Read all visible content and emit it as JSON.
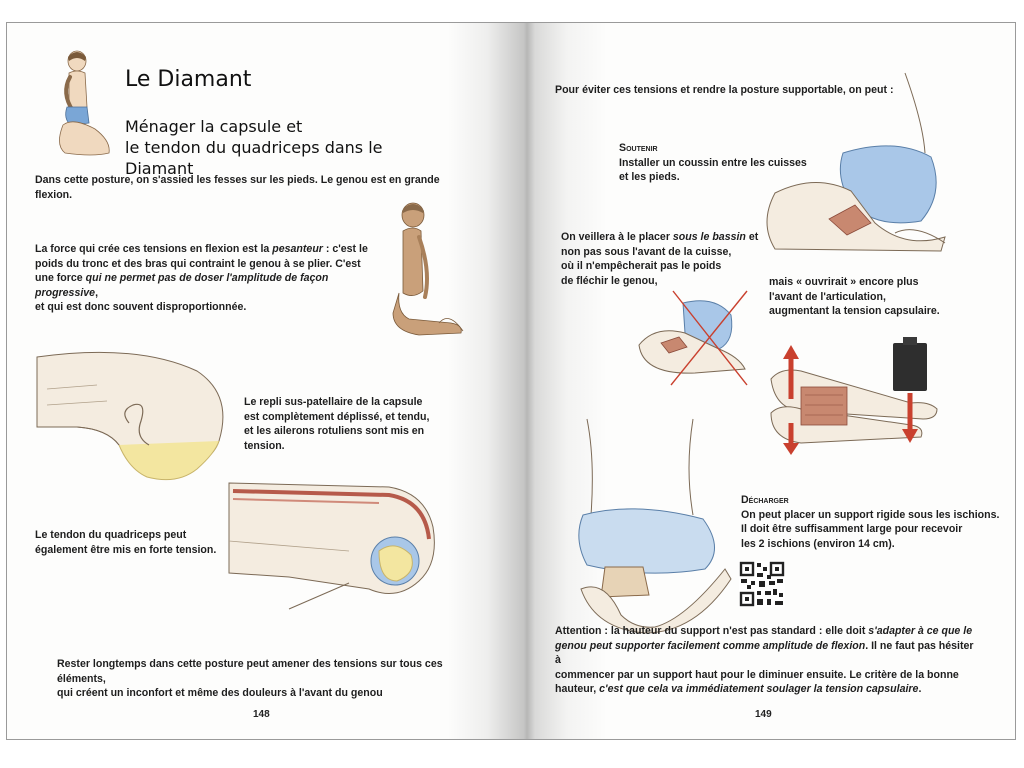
{
  "left_page": {
    "title": "Le Diamant",
    "subtitle_line1": "Ménager la capsule et",
    "subtitle_line2": "le tendon du quadriceps dans le Diamant",
    "intro": "Dans cette posture, on s'assied les fesses sur les pieds. Le genou est en grande flexion.",
    "force_1": "La force qui crée ces tensions en flexion est la ",
    "force_1_em": "pesanteur",
    "force_1b": " : c'est le",
    "force_2": "poids du tronc et des bras qui contraint le genou à se plier. C'est",
    "force_3": "une force ",
    "force_3_em": "qui ne permet pas de doser l'amplitude de façon progressive",
    "force_3b": ",",
    "force_4": "et qui est donc souvent disproportionnée.",
    "repli_1": "Le repli sus-patellaire de la capsule",
    "repli_2": "est complètement déplissé, et tendu,",
    "repli_3": "et les ailerons rotuliens sont mis en tension.",
    "tendon_1": "Le tendon du quadriceps peut",
    "tendon_2": "également être mis en forte tension.",
    "rester_1": "Rester longtemps dans cette posture peut amener des tensions sur tous ces éléments,",
    "rester_2": "qui créent un inconfort et même des douleurs à l'avant du genou",
    "page_number": "148"
  },
  "right_page": {
    "intro": "Pour éviter ces tensions et rendre la posture supportable, on peut :",
    "soutenir_heading": "Soutenir",
    "soutenir_1": "Installer un coussin entre les cuisses",
    "soutenir_2": "et les pieds.",
    "placer_1": "On veillera à le placer ",
    "placer_1_em": "sous le bassin",
    "placer_1b": " et",
    "placer_2": "non pas sous l'avant de la cuisse,",
    "placer_3": "où il n'empêcherait pas le poids",
    "placer_4": "de fléchir le genou,",
    "mais_1": "mais « ouvrirait » encore plus",
    "mais_2": "l'avant de l'articulation,",
    "mais_3": "augmentant la tension capsulaire.",
    "decharger_heading": "Décharger",
    "decharger_1": "On peut placer un support rigide sous les ischions.",
    "decharger_2": "Il doit être suffisamment large pour recevoir",
    "decharger_3": "les 2 ischions (environ 14 cm).",
    "attention_1a": "Attention : la hauteur du support n'est pas standard : elle doit ",
    "attention_1_em": "s'adapter à ce que le",
    "attention_2_em": "genou peut supporter facilement comme amplitude de flexion",
    "attention_2b": ". Il ne faut pas hésiter à",
    "attention_3": "commencer par un support haut pour le diminuer ensuite. Le critère de la bonne",
    "attention_4a": "hauteur, ",
    "attention_4_em1": "c'est que",
    "attention_4_em2": " cela va immédiatement soulager la tension capsulaire",
    "attention_4b": ".",
    "page_number": "149"
  },
  "colors": {
    "paper": "#fdfdfc",
    "skin": "#f0d9bf",
    "skin_dark": "#b98a60",
    "cushion_blue": "#a9c7e8",
    "cartilage_yellow": "#f3e6a0",
    "block_tan": "#e7d3b6",
    "arrow_red": "#c9402e",
    "tendon_red": "#b65a4a"
  },
  "icons": [
    "figure-seated-icon",
    "figure-side-icon",
    "knee-capsule-illustration",
    "knee-tendon-illustration",
    "cushion-under-pelvis-illustration",
    "cushion-wrong-illustration",
    "capsule-tension-diagram",
    "block-support-illustration",
    "qr-code-icon",
    "cross-mark-icon"
  ]
}
